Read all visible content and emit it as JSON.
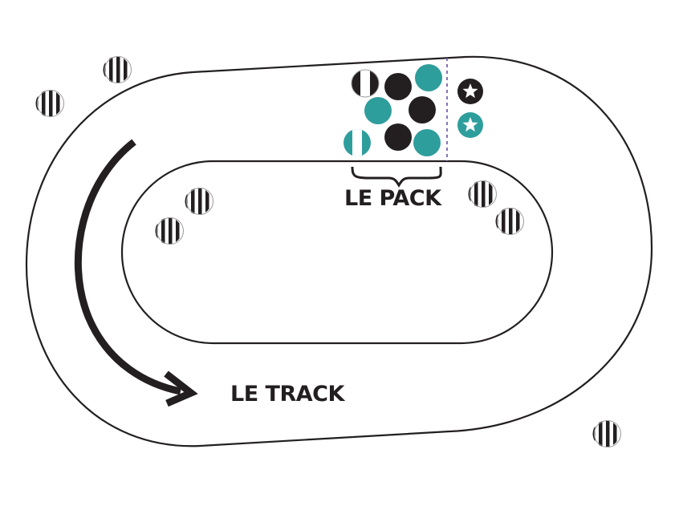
{
  "labels": {
    "pack": "LE PACK",
    "track": "LE TRACK"
  },
  "colors": {
    "ink": "#231f20",
    "teal": "#2e9e9c",
    "pack_line": "#6b4fa0",
    "background": "#ffffff"
  },
  "players": {
    "pack": [
      {
        "team": "black",
        "role": "pivot"
      },
      {
        "team": "black",
        "role": "blocker"
      },
      {
        "team": "teal",
        "role": "blocker"
      },
      {
        "team": "teal",
        "role": "blocker"
      },
      {
        "team": "black",
        "role": "blocker"
      },
      {
        "team": "teal",
        "role": "pivot"
      },
      {
        "team": "black",
        "role": "blocker"
      },
      {
        "team": "teal",
        "role": "blocker"
      }
    ],
    "jammers": [
      {
        "team": "black",
        "icon": "star-icon"
      },
      {
        "team": "teal",
        "icon": "star-icon"
      }
    ],
    "referees_count": 7
  },
  "direction": "counter-clockwise"
}
